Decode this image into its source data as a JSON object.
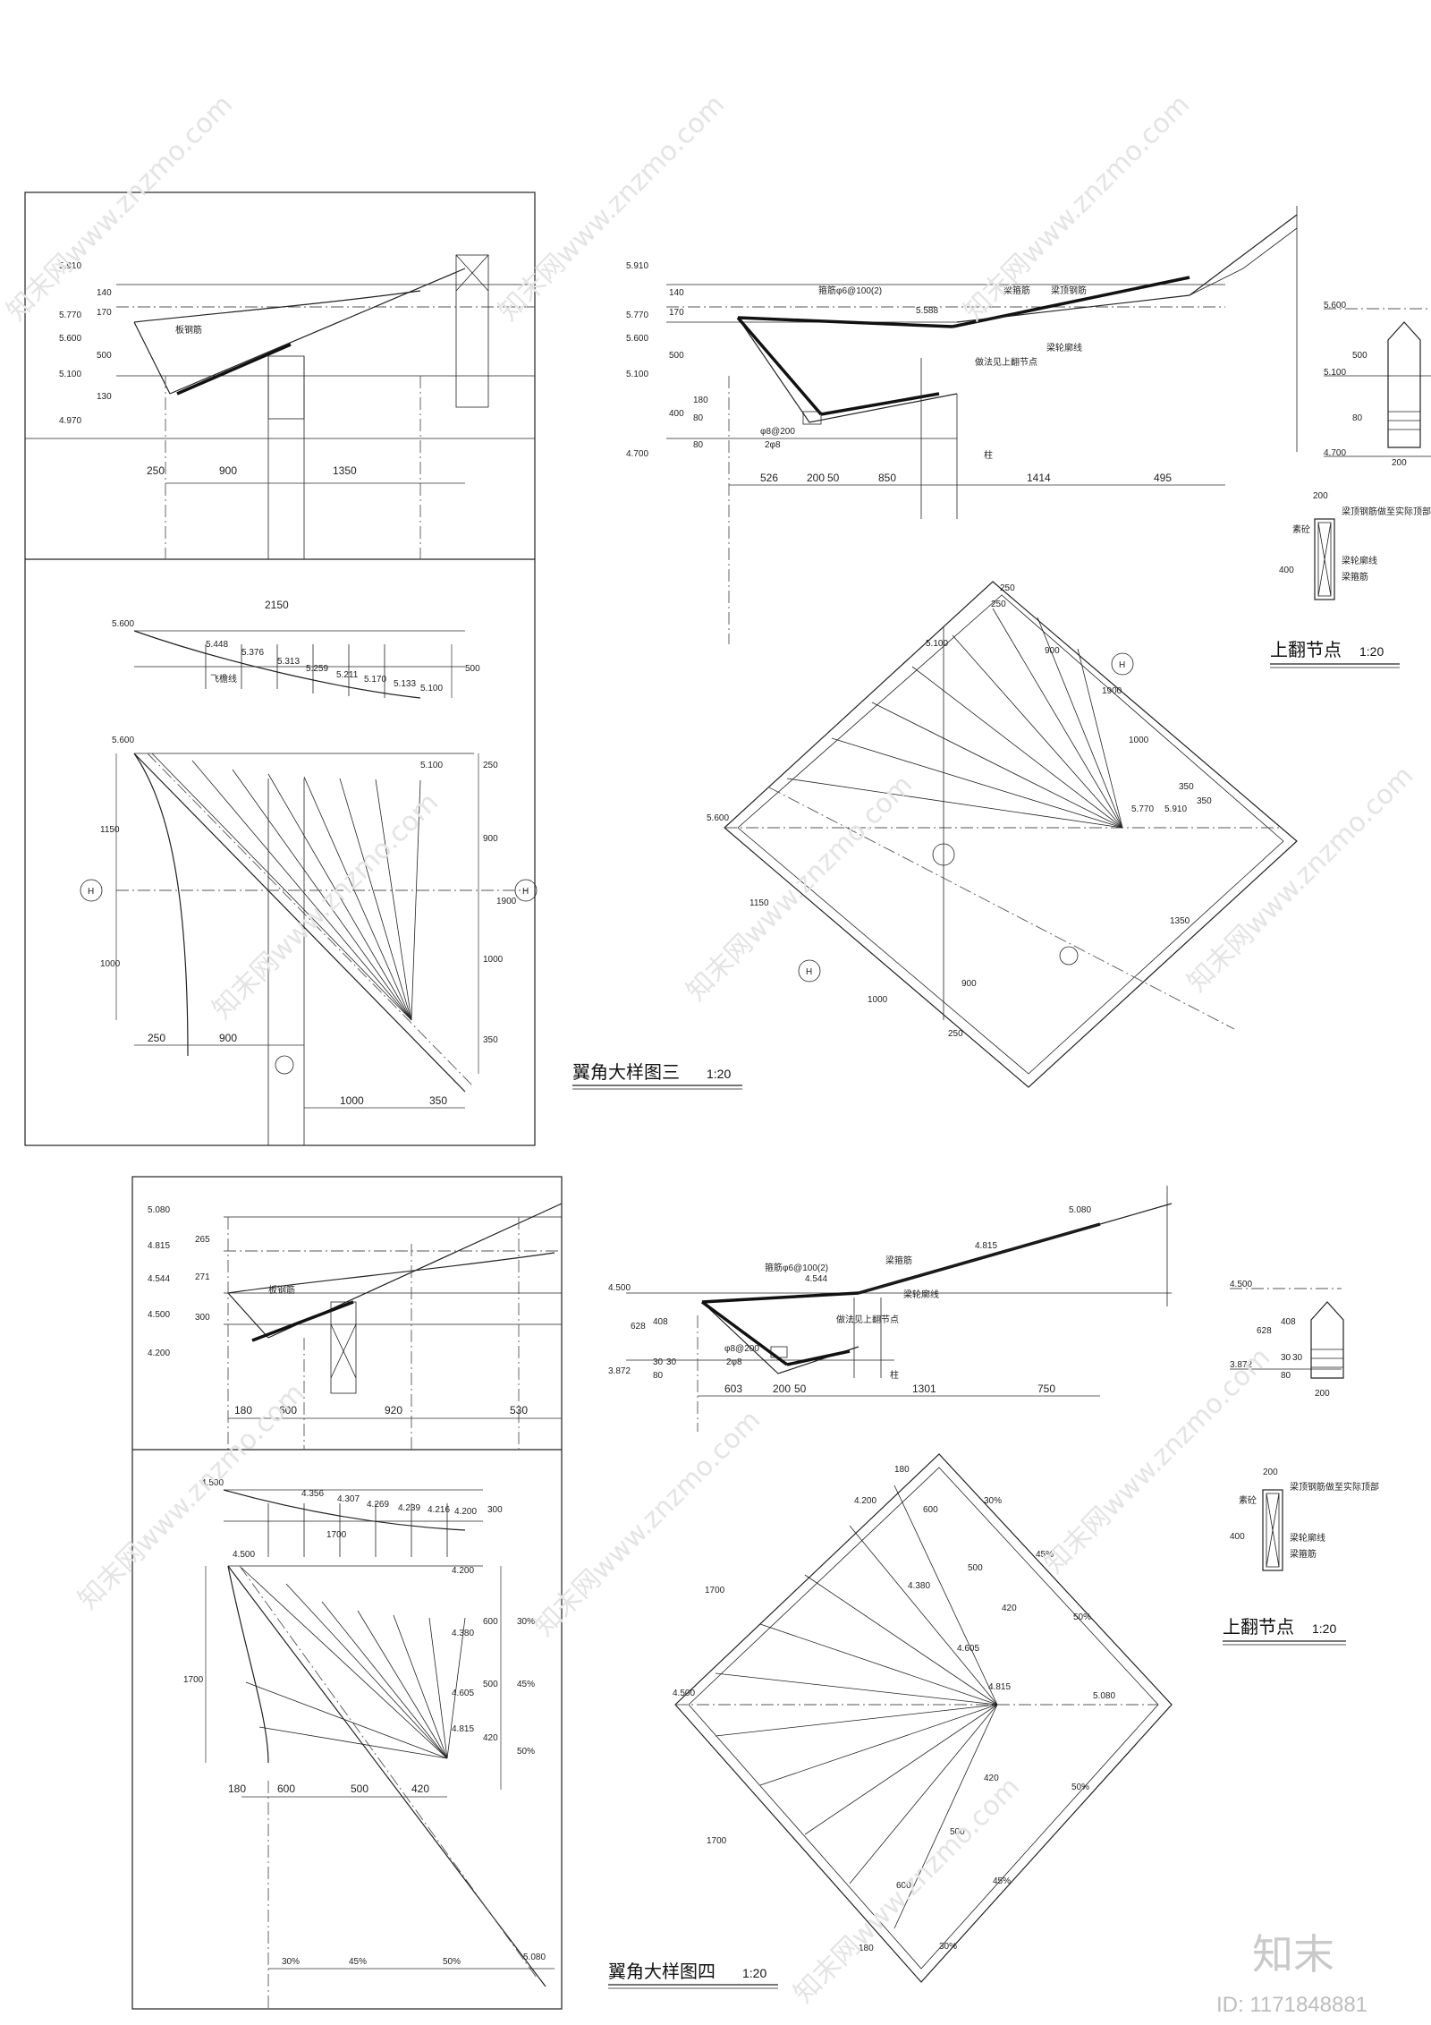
{
  "drawing3": {
    "title": "翼角大样图三",
    "scale": "1:20",
    "section_levels": [
      "5.910",
      "5.770",
      "5.600",
      "5.100",
      "4.970"
    ],
    "section_dims": [
      "140",
      "170",
      "500",
      "130"
    ],
    "rebar_label": "板钢筋",
    "plan_dims_top": [
      "250",
      "900",
      "1350"
    ],
    "profile_width": "2150",
    "profile_height": "500",
    "profile_levels": [
      "5.600",
      "5.448",
      "5.376",
      "5.313",
      "5.259",
      "5.211",
      "5.170",
      "5.133",
      "5.100"
    ],
    "profile_note": "飞檐线",
    "plan_levels": [
      "5.600",
      "5.100"
    ],
    "plan_dims_left": [
      "1150",
      "1000"
    ],
    "plan_dims_right": [
      "250",
      "900",
      "1900",
      "1000",
      "350"
    ],
    "plan_dims_bottom1": [
      "250",
      "900"
    ],
    "plan_dims_bottom2": [
      "1000",
      "350"
    ],
    "axis": "H",
    "right_levels": [
      "5.910",
      "5.770",
      "5.600",
      "5.100",
      "4.700"
    ],
    "right_dims": [
      "140",
      "170",
      "500",
      "180",
      "400",
      "80",
      "80"
    ],
    "right_notes": [
      "箍筋φ6@100(2)",
      "梁箍筋",
      "梁顶钢筋",
      "5.588",
      "梁轮廓线",
      "做法见上翻节点",
      "φ8@200",
      "2φ8",
      "柱"
    ],
    "right_dims_bottom": [
      "526",
      "200",
      "50",
      "850",
      "1414",
      "495"
    ],
    "diamond_dims": [
      "250",
      "250",
      "900",
      "1900",
      "1000",
      "350",
      "350",
      "1350",
      "1150",
      "1000",
      "900",
      "250"
    ],
    "diamond_levels": [
      "5.100",
      "5.770",
      "5.910",
      "5.600"
    ]
  },
  "node3": {
    "title": "上翻节点",
    "scale": "1:20",
    "levels": [
      "5.600",
      "5.100",
      "4.700"
    ],
    "dims": [
      "500",
      "80"
    ],
    "width": "200",
    "section_width": "200",
    "section_height": "400",
    "notes": [
      "梁顶钢筋做至实际顶部",
      "梁轮廓线",
      "梁箍筋"
    ],
    "side": "素砼"
  },
  "drawing4": {
    "title": "翼角大样图四",
    "scale": "1:20",
    "section_levels": [
      "5.080",
      "4.815",
      "4.544",
      "4.500",
      "4.200"
    ],
    "section_dims": [
      "265",
      "271",
      "300"
    ],
    "rebar_label": "板钢筋",
    "plan_dims_top": [
      "180",
      "600",
      "920",
      "530"
    ],
    "profile_levels": [
      "4.500",
      "4.356",
      "4.307",
      "4.269",
      "4.239",
      "4.216",
      "4.200"
    ],
    "profile_height": "300",
    "profile_width": "1700",
    "plan_levels": [
      "4.500",
      "4.200",
      "4.380",
      "4.605",
      "4.815",
      "5.080"
    ],
    "plan_dim_left": "1700",
    "plan_dims_right": [
      "600",
      "500",
      "420"
    ],
    "plan_pcts_right": [
      "30%",
      "45%",
      "50%"
    ],
    "plan_dims_bottom1": [
      "180",
      "600",
      "500",
      "420"
    ],
    "plan_pcts_bottom": [
      "30%",
      "45%",
      "50%"
    ],
    "right_levels": [
      "5.080",
      "4.815",
      "4.544",
      "4.500",
      "3.872"
    ],
    "right_dims": [
      "628",
      "408",
      "30",
      "30",
      "80"
    ],
    "right_notes": [
      "箍筋φ6@100(2)",
      "梁箍筋",
      "梁轮廓线",
      "做法见上翻节点",
      "φ8@200",
      "2φ8",
      "柱"
    ],
    "right_dims_bottom": [
      "603",
      "200",
      "50",
      "1301",
      "750"
    ],
    "diamond_dims": [
      "180",
      "600",
      "500",
      "420",
      "1700",
      "1700",
      "180",
      "600",
      "500",
      "420"
    ],
    "diamond_pcts": [
      "30%",
      "45%",
      "50%",
      "50%",
      "45%",
      "30%"
    ],
    "diamond_levels": [
      "4.200",
      "4.380",
      "4.605",
      "4.815",
      "5.080",
      "4.500"
    ]
  },
  "node4": {
    "title": "上翻节点",
    "scale": "1:20",
    "levels": [
      "4.500",
      "3.872"
    ],
    "dims": [
      "628",
      "408",
      "30",
      "30",
      "80"
    ],
    "width": "200",
    "section_width": "200",
    "section_height": "400",
    "notes": [
      "梁顶钢筋做至实际顶部",
      "梁轮廓线",
      "梁箍筋"
    ],
    "side": "素砼"
  },
  "watermark": {
    "text": "知末网www.znzmo.com",
    "logo": "知末",
    "id": "ID: 1171848881"
  }
}
